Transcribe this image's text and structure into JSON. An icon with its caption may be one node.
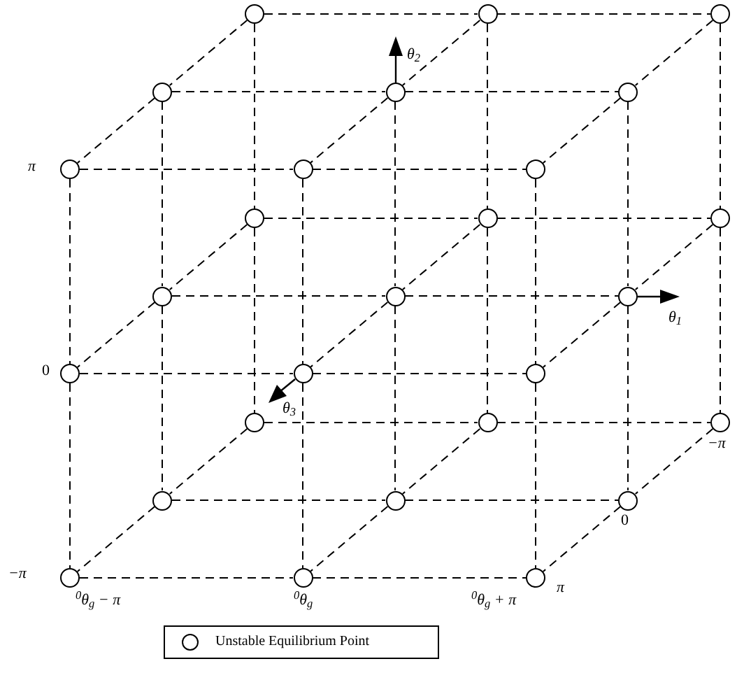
{
  "diagram": {
    "nodes": [
      {
        "text": [],
        "shape": "circle"
      },
      {
        "text": [],
        "shape": "circle"
      },
      {
        "text": [],
        "shape": "circle"
      },
      {
        "text": [],
        "shape": "circle"
      },
      {
        "text": [],
        "shape": "circle"
      },
      {
        "text": [],
        "shape": "circle"
      },
      {
        "text": [],
        "shape": "circle"
      },
      {
        "text": [],
        "shape": "circle"
      },
      {
        "text": [],
        "shape": "circle"
      },
      {
        "text": [],
        "shape": "circle"
      },
      {
        "text": [],
        "shape": "circle"
      },
      {
        "text": [],
        "shape": "circle"
      },
      {
        "text": [],
        "shape": "circle"
      },
      {
        "text": [],
        "shape": "circle"
      },
      {
        "text": [],
        "shape": "circle"
      },
      {
        "text": [],
        "shape": "circle"
      },
      {
        "text": [],
        "shape": "circle"
      },
      {
        "text": [],
        "shape": "circle"
      },
      {
        "text": [],
        "shape": "circle"
      },
      {
        "text": [],
        "shape": "circle"
      },
      {
        "text": [],
        "shape": "circle"
      },
      {
        "text": [],
        "shape": "circle"
      },
      {
        "text": [],
        "shape": "circle"
      },
      {
        "text": [],
        "shape": "circle"
      },
      {
        "text": [],
        "shape": "circle"
      },
      {
        "text": [],
        "shape": "circle"
      },
      {
        "text": [],
        "shape": "circle"
      }
    ],
    "edges": [
      {
        "from": 0,
        "to": 1,
        "arrow": "none",
        "style": "dashed"
      },
      {
        "from": 1,
        "to": 2,
        "arrow": "none",
        "style": "dashed"
      },
      {
        "from": 3,
        "to": 4,
        "arrow": "none",
        "style": "dashed"
      },
      {
        "from": 4,
        "to": 5,
        "arrow": "none",
        "style": "dashed"
      },
      {
        "from": 6,
        "to": 7,
        "arrow": "none",
        "style": "dashed"
      },
      {
        "from": 7,
        "to": 8,
        "arrow": "none",
        "style": "dashed"
      },
      {
        "from": 9,
        "to": 10,
        "arrow": "none",
        "style": "dashed"
      },
      {
        "from": 10,
        "to": 11,
        "arrow": "none",
        "style": "dashed"
      },
      {
        "from": 12,
        "to": 13,
        "arrow": "none",
        "style": "dashed"
      },
      {
        "from": 13,
        "to": 14,
        "arrow": "none",
        "style": "dashed"
      },
      {
        "from": 15,
        "to": 16,
        "arrow": "none",
        "style": "dashed"
      },
      {
        "from": 16,
        "to": 17,
        "arrow": "none",
        "style": "dashed"
      },
      {
        "from": 18,
        "to": 19,
        "arrow": "none",
        "style": "dashed"
      },
      {
        "from": 19,
        "to": 20,
        "arrow": "none",
        "style": "dashed"
      },
      {
        "from": 21,
        "to": 22,
        "arrow": "none",
        "style": "dashed"
      },
      {
        "from": 22,
        "to": 23,
        "arrow": "none",
        "style": "dashed"
      },
      {
        "from": 24,
        "to": 25,
        "arrow": "none",
        "style": "dashed"
      },
      {
        "from": 25,
        "to": 26,
        "arrow": "none",
        "style": "dashed"
      },
      {
        "from": 0,
        "to": 9,
        "arrow": "none",
        "style": "dashed"
      },
      {
        "from": 1,
        "to": 10,
        "arrow": "none",
        "style": "dashed"
      },
      {
        "from": 2,
        "to": 11,
        "arrow": "none",
        "style": "dashed"
      },
      {
        "from": 3,
        "to": 12,
        "arrow": "none",
        "style": "dashed"
      },
      {
        "from": 4,
        "to": 13,
        "arrow": "none",
        "style": "dashed"
      },
      {
        "from": 5,
        "to": 14,
        "arrow": "none",
        "style": "dashed"
      },
      {
        "from": 6,
        "to": 15,
        "arrow": "none",
        "style": "dashed"
      },
      {
        "from": 7,
        "to": 16,
        "arrow": "none",
        "style": "dashed"
      },
      {
        "from": 8,
        "to": 17,
        "arrow": "none",
        "style": "dashed"
      },
      {
        "from": 9,
        "to": 18,
        "arrow": "none",
        "style": "dashed"
      },
      {
        "from": 10,
        "to": 19,
        "arrow": "none",
        "style": "dashed"
      },
      {
        "from": 11,
        "to": 20,
        "arrow": "none",
        "style": "dashed"
      },
      {
        "from": 12,
        "to": 21,
        "arrow": "none",
        "style": "dashed"
      },
      {
        "from": 13,
        "to": 22,
        "arrow": "none",
        "style": "dashed"
      },
      {
        "from": 14,
        "to": 23,
        "arrow": "none",
        "style": "dashed"
      },
      {
        "from": 15,
        "to": 24,
        "arrow": "none",
        "style": "dashed"
      },
      {
        "from": 16,
        "to": 25,
        "arrow": "none",
        "style": "dashed"
      },
      {
        "from": 17,
        "to": 26,
        "arrow": "none",
        "style": "dashed"
      },
      {
        "from": 0,
        "to": 3,
        "arrow": "none",
        "style": "dashed"
      },
      {
        "from": 1,
        "to": 4,
        "arrow": "none",
        "style": "dashed"
      },
      {
        "from": 2,
        "to": 5,
        "arrow": "none",
        "style": "dashed"
      },
      {
        "from": 3,
        "to": 6,
        "arrow": "none",
        "style": "dashed"
      },
      {
        "from": 4,
        "to": 7,
        "arrow": "none",
        "style": "dashed"
      },
      {
        "from": 5,
        "to": 8,
        "arrow": "none",
        "style": "dashed"
      },
      {
        "from": 9,
        "to": 12,
        "arrow": "none",
        "style": "dashed"
      },
      {
        "from": 10,
        "to": 13,
        "arrow": "none",
        "style": "dashed"
      },
      {
        "from": 11,
        "to": 14,
        "arrow": "none",
        "style": "dashed"
      },
      {
        "from": 12,
        "to": 15,
        "arrow": "none",
        "style": "dashed"
      },
      {
        "from": 13,
        "to": 16,
        "arrow": "none",
        "style": "dashed"
      },
      {
        "from": 14,
        "to": 17,
        "arrow": "none",
        "style": "dashed"
      },
      {
        "from": 18,
        "to": 21,
        "arrow": "none",
        "style": "dashed"
      },
      {
        "from": 19,
        "to": 22,
        "arrow": "none",
        "style": "dashed"
      },
      {
        "from": 20,
        "to": 23,
        "arrow": "none",
        "style": "dashed"
      },
      {
        "from": 21,
        "to": 24,
        "arrow": "none",
        "style": "dashed"
      },
      {
        "from": 22,
        "to": 25,
        "arrow": "none",
        "style": "dashed"
      },
      {
        "from": 23,
        "to": 26,
        "arrow": "none",
        "style": "dashed"
      }
    ],
    "labels": [
      "θ$_{2}$",
      "π",
      "θ$_{1}$",
      "0",
      "θ$_{3}$",
      "−π",
      "0",
      "−π",
      "π",
      "$^{0}$θ$_{g}$ − π",
      "$^{0}$θ$_{g}$",
      "$^{0}$θ$_{g}$ + π"
    ],
    "legend": [
      {
        "text": "Unstable Equilibrium Point"
      }
    ]
  }
}
